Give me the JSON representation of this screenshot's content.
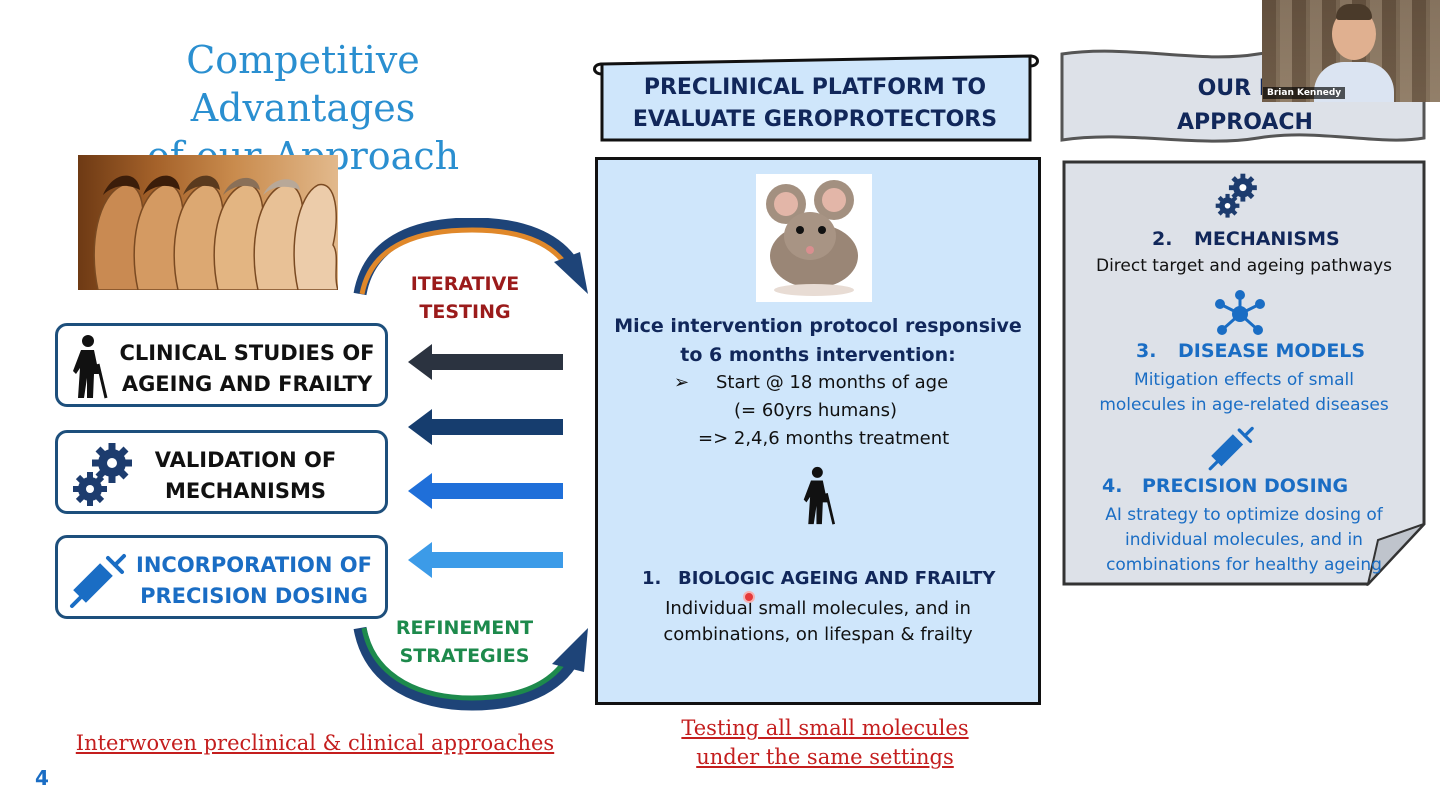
{
  "slide": {
    "title_line1": "Competitive Advantages",
    "title_line2": "of our Approach",
    "page_number": "4",
    "iterative_1": "ITERATIVE",
    "iterative_2": "TESTING",
    "refinement_1": "REFINEMENT",
    "refinement_2": "STRATEGIES",
    "left_boxes": [
      {
        "line1": "CLINICAL STUDIES OF",
        "line2": "AGEING AND FRAILTY"
      },
      {
        "line1": "VALIDATION OF",
        "line2": "MECHANISMS"
      },
      {
        "line1": "INCORPORATION OF",
        "line2": "PRECISION DOSING"
      }
    ],
    "left_caption": "Interwoven preclinical & clinical approaches",
    "center_banner_1": "PRECLINICAL PLATFORM TO",
    "center_banner_2": "EVALUATE GEROPROTECTORS",
    "protocol_1": "Mice intervention protocol responsive",
    "protocol_2": "to 6 months intervention:",
    "bullet_1": "Start @ 18 months of age",
    "bullet_2": "(= 60yrs humans)",
    "bullet_3": "=>  2,4,6 months treatment",
    "item1_num": "1.",
    "item1_title": "BIOLOGIC AGEING AND FRAILTY",
    "item1_desc_1": "Individual small molecules, and in",
    "item1_desc_2": "combinations, on lifespan & frailty",
    "center_caption_1": "Testing all small molecules",
    "center_caption_2": "under the same settings",
    "right_banner_1": "OUR BR",
    "right_banner_2": "APPROACH",
    "item2_num": "2.",
    "item2_title": "MECHANISMS",
    "item2_desc": "Direct target and ageing pathways",
    "item3_num": "3.",
    "item3_title": "DISEASE MODELS",
    "item3_desc_1": "Mitigation effects of small",
    "item3_desc_2": "molecules in age-related diseases",
    "item4_num": "4.",
    "item4_title": "PRECISION DOSING",
    "item4_desc_1": "AI strategy to optimize dosing of",
    "item4_desc_2": "individual molecules,  and in",
    "item4_desc_3": "combinations for healthy ageing"
  },
  "video": {
    "speaker_name": "Brian Kennedy"
  },
  "colors": {
    "title_blue": "#2a8fd0",
    "navy": "#11275a",
    "box_border": "#1d4f7c",
    "panel_blue": "#cfe6fb",
    "panel_gray": "#dde1e8",
    "red": "#c41e1e",
    "dark_red": "#9b1b1b",
    "green": "#1d8a4c",
    "item_blue": "#1a6dc4"
  }
}
